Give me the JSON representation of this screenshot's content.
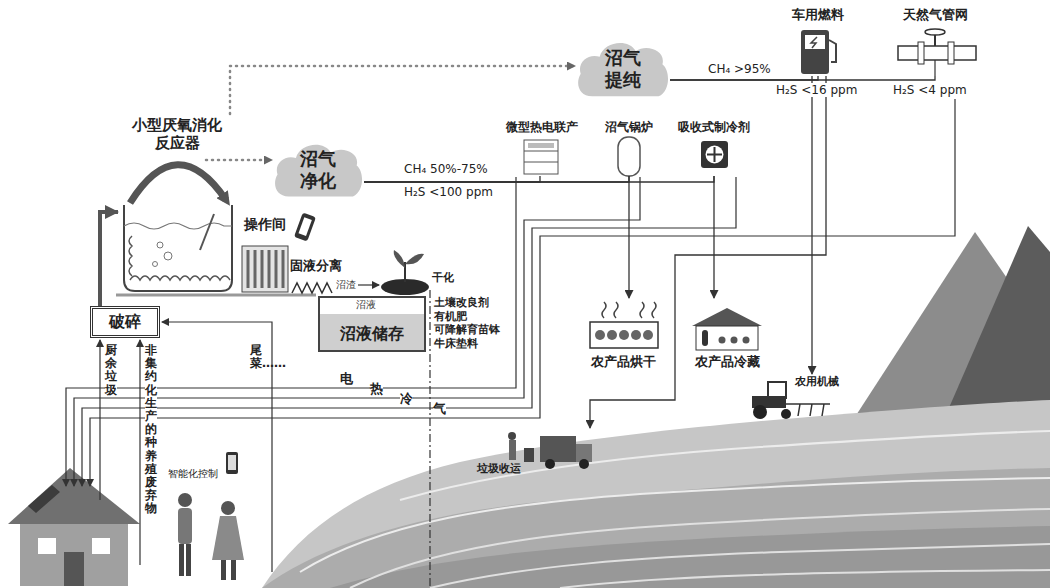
{
  "diagram": {
    "nodes": [
      {
        "text": [
          "小型厌氧消化反应器"
        ]
      },
      {
        "text": [
          "沼气净化"
        ]
      },
      {
        "text": [
          "沼气提纯"
        ]
      },
      {
        "text": [
          "车用燃料"
        ]
      },
      {
        "text": [
          "天然气管网"
        ]
      },
      {
        "text": [
          "操作间"
        ]
      },
      {
        "text": [
          "微型热电联产"
        ]
      },
      {
        "text": [
          "沼气锅炉"
        ]
      },
      {
        "text": [
          "吸收式制冷剂"
        ]
      },
      {
        "text": [
          "固液分离"
        ]
      },
      {
        "text": [
          "破碎"
        ]
      },
      {
        "text": [
          "沼液储存"
        ]
      },
      {
        "text": [
          "农产品烘干"
        ]
      },
      {
        "text": [
          "农产品冷藏"
        ]
      },
      {
        "text": [
          "农用机械"
        ]
      },
      {
        "text": [
          "垃圾收运"
        ]
      }
    ],
    "edges": [
      {
        "from": 10,
        "to": 0,
        "arrow": "to"
      },
      {
        "from": 0,
        "to": 1,
        "arrow": "to"
      },
      {
        "from": 0,
        "to": 2,
        "arrow": "to"
      },
      {
        "from": 1,
        "to": 6,
        "arrow": "none"
      },
      {
        "from": 1,
        "to": 7,
        "arrow": "none"
      },
      {
        "from": 1,
        "to": 8,
        "arrow": "none"
      },
      {
        "from": 2,
        "to": 3,
        "arrow": "none"
      },
      {
        "from": 2,
        "to": 4,
        "arrow": "none"
      },
      {
        "from": 7,
        "to": 12,
        "arrow": "to"
      },
      {
        "from": 8,
        "to": 13,
        "arrow": "to"
      },
      {
        "from": 3,
        "to": 14,
        "arrow": "to"
      },
      {
        "from": 3,
        "to": 15,
        "arrow": "to"
      }
    ],
    "labels": [
      "CH₄ 50%-75%",
      "H₂S <100 ppm",
      "CH₄ >95%",
      "H₂S <16 ppm",
      "H₂S <4 ppm",
      "沼渣",
      "干化",
      "沼液",
      "土壤改良剂",
      "有机肥",
      "可降解育苗钵",
      "牛床垫料",
      "厨余垃圾",
      "非集约化生产的种养殖废弃物",
      "尾菜……",
      "电",
      "热",
      "冷",
      "气",
      "智能化控制"
    ]
  }
}
